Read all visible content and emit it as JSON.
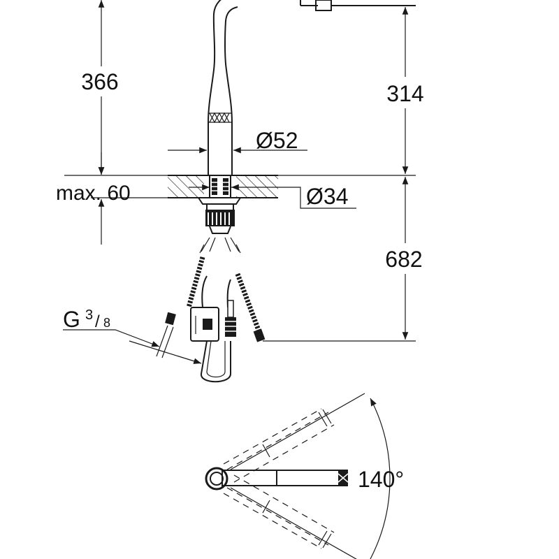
{
  "dimensions": {
    "spout_height": "366",
    "spout_outlet_height": "314",
    "body_diameter": "Ø52",
    "max_counter_thickness": "max. 60",
    "hole_diameter": "Ø34",
    "below_counter_length": "682",
    "connection_thread": "G",
    "thread_numerator": "3",
    "thread_separator": "/",
    "thread_denominator": "8",
    "swivel_angle": "140°"
  }
}
